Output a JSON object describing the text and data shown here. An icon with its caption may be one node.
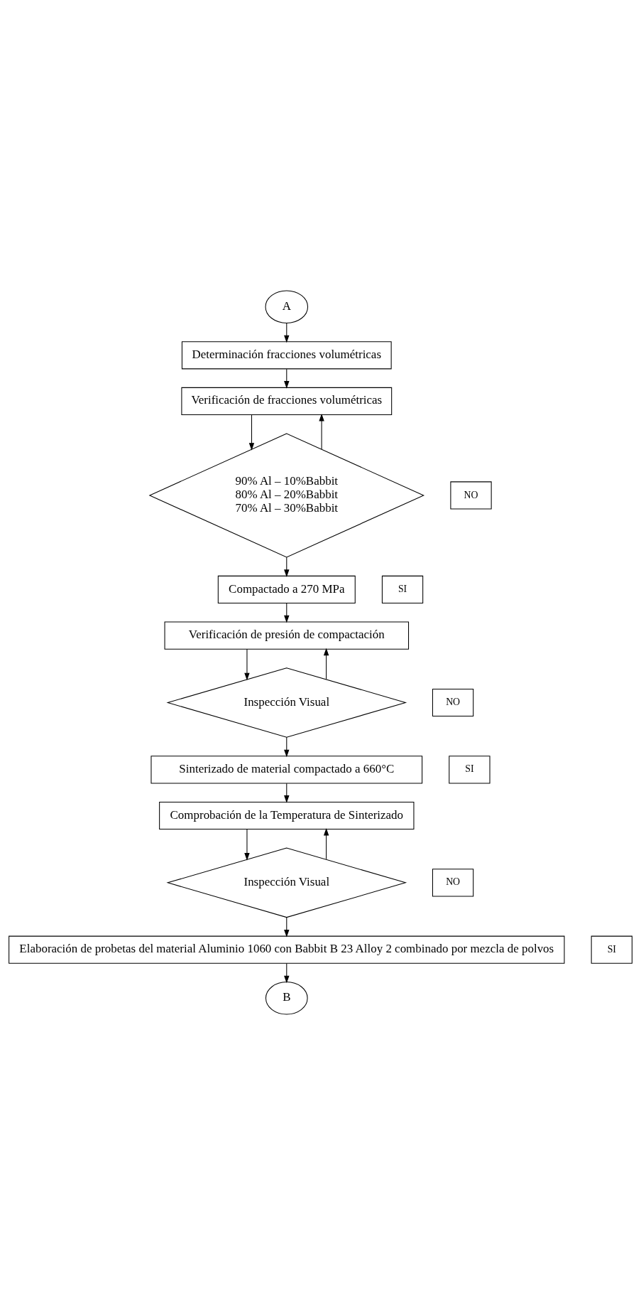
{
  "diagram": {
    "nodes": [
      {
        "text": [
          "A"
        ]
      },
      {
        "text": [
          "Determinación fracciones volumétricas"
        ]
      },
      {
        "text": [
          "Verificación de fracciones volumétricas"
        ]
      },
      {
        "text": [
          "90% Al – 10%Babbit",
          "80% Al – 20%Babbit",
          "70% Al – 30%Babbit"
        ]
      },
      {
        "text": [
          "NO"
        ]
      },
      {
        "text": [
          "SI"
        ]
      },
      {
        "text": [
          "Compactado a 270 MPa"
        ]
      },
      {
        "text": [
          "Verificación de presión de compactación"
        ]
      },
      {
        "text": [
          "Inspección Visual"
        ]
      },
      {
        "text": [
          "NO"
        ]
      },
      {
        "text": [
          "SI"
        ]
      },
      {
        "text": [
          "Sinterizado de material compactado a 660°C"
        ]
      },
      {
        "text": [
          "Comprobación de la Temperatura de Sinterizado"
        ]
      },
      {
        "text": [
          "Inspección Visual"
        ]
      },
      {
        "text": [
          "NO"
        ]
      },
      {
        "text": [
          "SI"
        ]
      },
      {
        "text": [
          "Elaboración de probetas del material Aluminio 1060 con Babbit B 23 Alloy 2 combinado por mezcla de polvos"
        ]
      },
      {
        "text": [
          "B"
        ]
      }
    ],
    "edges": [
      {
        "from": 0,
        "to": 1,
        "arrow": "to"
      },
      {
        "from": 1,
        "to": 2,
        "arrow": "to"
      },
      {
        "from": 3,
        "to": 2,
        "arrow": "to"
      },
      {
        "from": 2,
        "to": 3,
        "arrow": "to"
      },
      {
        "from": 3,
        "to": 6,
        "arrow": "to"
      },
      {
        "from": 6,
        "to": 7,
        "arrow": "to"
      },
      {
        "from": 8,
        "to": 7,
        "arrow": "to"
      },
      {
        "from": 7,
        "to": 8,
        "arrow": "to"
      },
      {
        "from": 8,
        "to": 11,
        "arrow": "to"
      },
      {
        "from": 11,
        "to": 12,
        "arrow": "to"
      },
      {
        "from": 13,
        "to": 12,
        "arrow": "to"
      },
      {
        "from": 12,
        "to": 13,
        "arrow": "to"
      },
      {
        "from": 13,
        "to": 16,
        "arrow": "to"
      },
      {
        "from": 16,
        "to": 17,
        "arrow": "to"
      }
    ]
  }
}
